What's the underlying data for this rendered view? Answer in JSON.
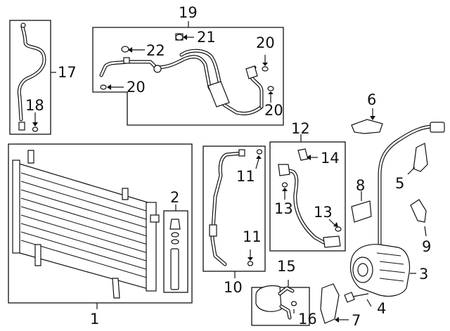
{
  "callouts": {
    "c1": "1",
    "c2": "2",
    "c3": "3",
    "c4": "4",
    "c5": "5",
    "c6": "6",
    "c7": "7",
    "c8": "8",
    "c9": "9",
    "c10": "10",
    "c11a": "11",
    "c11b": "11",
    "c12": "12",
    "c13a": "13",
    "c13b": "13",
    "c14": "14",
    "c15": "15",
    "c16": "16",
    "c17": "17",
    "c18": "18",
    "c19": "19",
    "c20a": "20",
    "c20b": "20",
    "c20c": "20",
    "c21": "21",
    "c22": "22"
  }
}
